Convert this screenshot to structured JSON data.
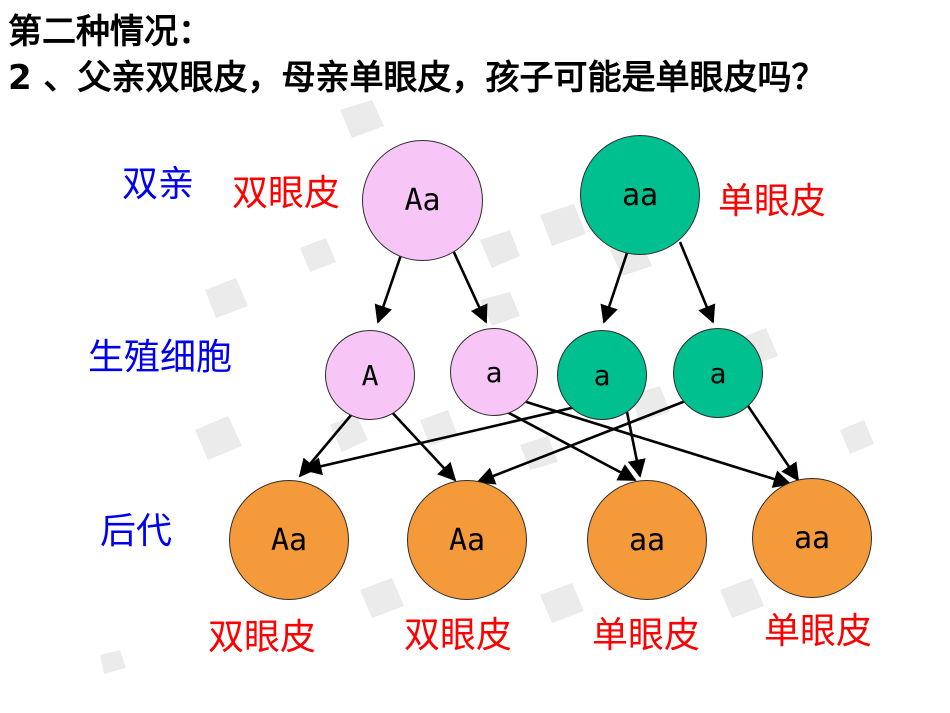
{
  "title": {
    "line1": "第二种情况：",
    "line2": "2 、父亲双眼皮，母亲单眼皮，孩子可能是单眼皮吗？"
  },
  "labels": {
    "parents": "双亲",
    "gametes": "生殖细胞",
    "offspring": "后代"
  },
  "parents": [
    {
      "genotype": "Aa",
      "phenotype": "双眼皮",
      "color": "#f7c6f7"
    },
    {
      "genotype": "aa",
      "phenotype": "单眼皮",
      "color": "#00c08f"
    }
  ],
  "gametes": [
    {
      "allele": "A",
      "color": "#f7c6f7"
    },
    {
      "allele": "a",
      "color": "#f7c6f7"
    },
    {
      "allele": "a",
      "color": "#00c08f"
    },
    {
      "allele": "a",
      "color": "#00c08f"
    }
  ],
  "offspring": [
    {
      "genotype": "Aa",
      "phenotype": "双眼皮",
      "color": "#f59a3a"
    },
    {
      "genotype": "Aa",
      "phenotype": "双眼皮",
      "color": "#f59a3a"
    },
    {
      "genotype": "aa",
      "phenotype": "单眼皮",
      "color": "#f59a3a"
    },
    {
      "genotype": "aa",
      "phenotype": "单眼皮",
      "color": "#f59a3a"
    }
  ]
}
